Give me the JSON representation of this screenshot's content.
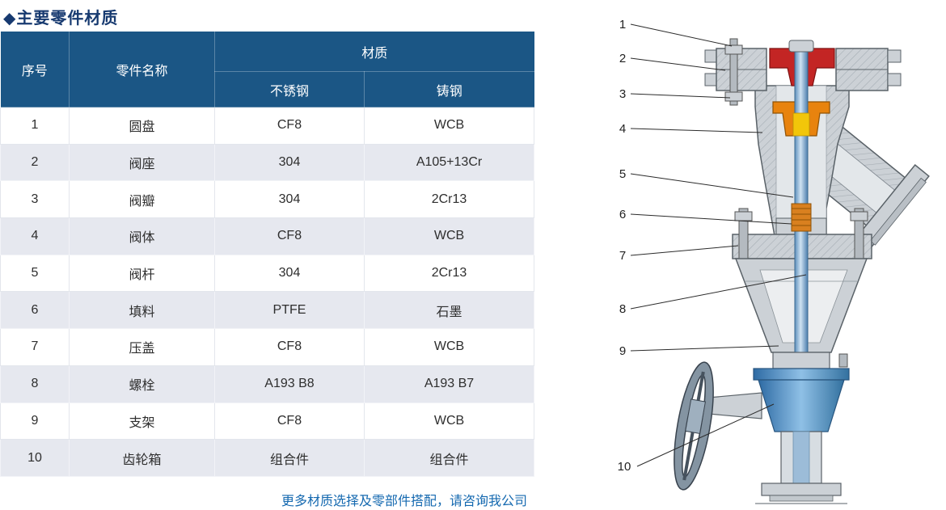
{
  "page": {
    "title": "◆主要零件材质",
    "footnote": "更多材质选择及零部件搭配，请咨询我公司"
  },
  "table": {
    "headers": {
      "no": "序号",
      "part_name": "零件名称",
      "material": "材质",
      "stainless": "不锈钢",
      "cast_steel": "铸钢"
    },
    "rows": [
      {
        "no": "1",
        "part_name": "圆盘",
        "stainless": "CF8",
        "cast_steel": "WCB"
      },
      {
        "no": "2",
        "part_name": "阀座",
        "stainless": "304",
        "cast_steel": "A105+13Cr"
      },
      {
        "no": "3",
        "part_name": "阀瓣",
        "stainless": "304",
        "cast_steel": "2Cr13"
      },
      {
        "no": "4",
        "part_name": "阀体",
        "stainless": "CF8",
        "cast_steel": "WCB"
      },
      {
        "no": "5",
        "part_name": "阀杆",
        "stainless": "304",
        "cast_steel": "2Cr13"
      },
      {
        "no": "6",
        "part_name": "填料",
        "stainless": "PTFE",
        "cast_steel": "石墨"
      },
      {
        "no": "7",
        "part_name": "压盖",
        "stainless": "CF8",
        "cast_steel": "WCB"
      },
      {
        "no": "8",
        "part_name": "螺栓",
        "stainless": "A193 B8",
        "cast_steel": "A193 B7"
      },
      {
        "no": "9",
        "part_name": "支架",
        "stainless": "CF8",
        "cast_steel": "WCB"
      },
      {
        "no": "10",
        "part_name": "齿轮箱",
        "stainless": "组合件",
        "cast_steel": "组合件"
      }
    ]
  },
  "diagram": {
    "description": "valve-cross-section-with-callouts",
    "callouts": [
      "1",
      "2",
      "3",
      "4",
      "5",
      "6",
      "7",
      "8",
      "9",
      "10"
    ]
  },
  "colors": {
    "header_bg": "#1b5685",
    "row_alt_bg": "#e6e8ef",
    "title_color": "#173a70",
    "footnote_color": "#1569b0",
    "diagram_red": "#c32524",
    "diagram_orange": "#e8830e",
    "diagram_yellow": "#f2c60a",
    "diagram_blue": "#4f86b8"
  }
}
